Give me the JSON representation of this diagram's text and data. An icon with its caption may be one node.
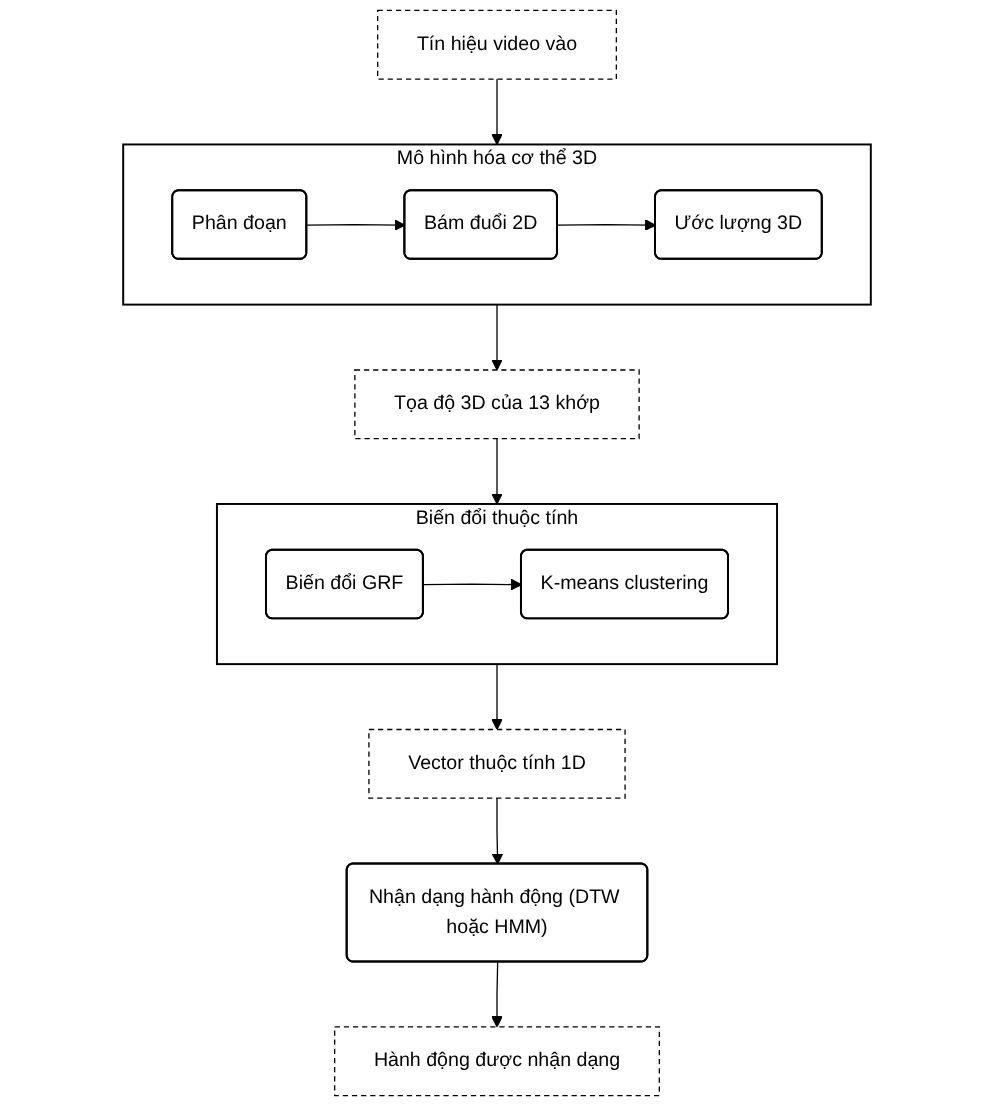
{
  "diagram": {
    "nodes": [
      {
        "text": [
          "Tín hiệu video vào"
        ]
      },
      {
        "text": [
          "Mô hình hóa cơ thể 3D"
        ]
      },
      {
        "text": [
          "Phân đoạn"
        ],
        "in": 1
      },
      {
        "text": [
          "Bám đuổi 2D"
        ],
        "in": 1
      },
      {
        "text": [
          "Ước lượng 3D"
        ],
        "in": 1
      },
      {
        "text": [
          "Tọa độ 3D của 13 khớp"
        ]
      },
      {
        "text": [
          "Biến đổi thuộc tính"
        ]
      },
      {
        "text": [
          "Biến đổi GRF"
        ],
        "in": 6
      },
      {
        "text": [
          "K-means clustering"
        ],
        "in": 6
      },
      {
        "text": [
          "Vector thuộc tính 1D"
        ]
      },
      {
        "text": [
          "Nhận dạng hành động (DTW hoặc HMM)"
        ]
      },
      {
        "text": [
          "Hành động được nhận dạng"
        ]
      }
    ],
    "edges": [
      {
        "from": 0,
        "to": 1,
        "arrow": "to"
      },
      {
        "from": 2,
        "to": 3,
        "arrow": "to"
      },
      {
        "from": 3,
        "to": 4,
        "arrow": "to"
      },
      {
        "from": 1,
        "to": 5,
        "arrow": "to"
      },
      {
        "from": 5,
        "to": 6,
        "arrow": "to"
      },
      {
        "from": 7,
        "to": 8,
        "arrow": "to"
      },
      {
        "from": 6,
        "to": 9,
        "arrow": "to"
      },
      {
        "from": 9,
        "to": 10,
        "arrow": "to"
      },
      {
        "from": 10,
        "to": 11,
        "arrow": "to"
      }
    ]
  }
}
